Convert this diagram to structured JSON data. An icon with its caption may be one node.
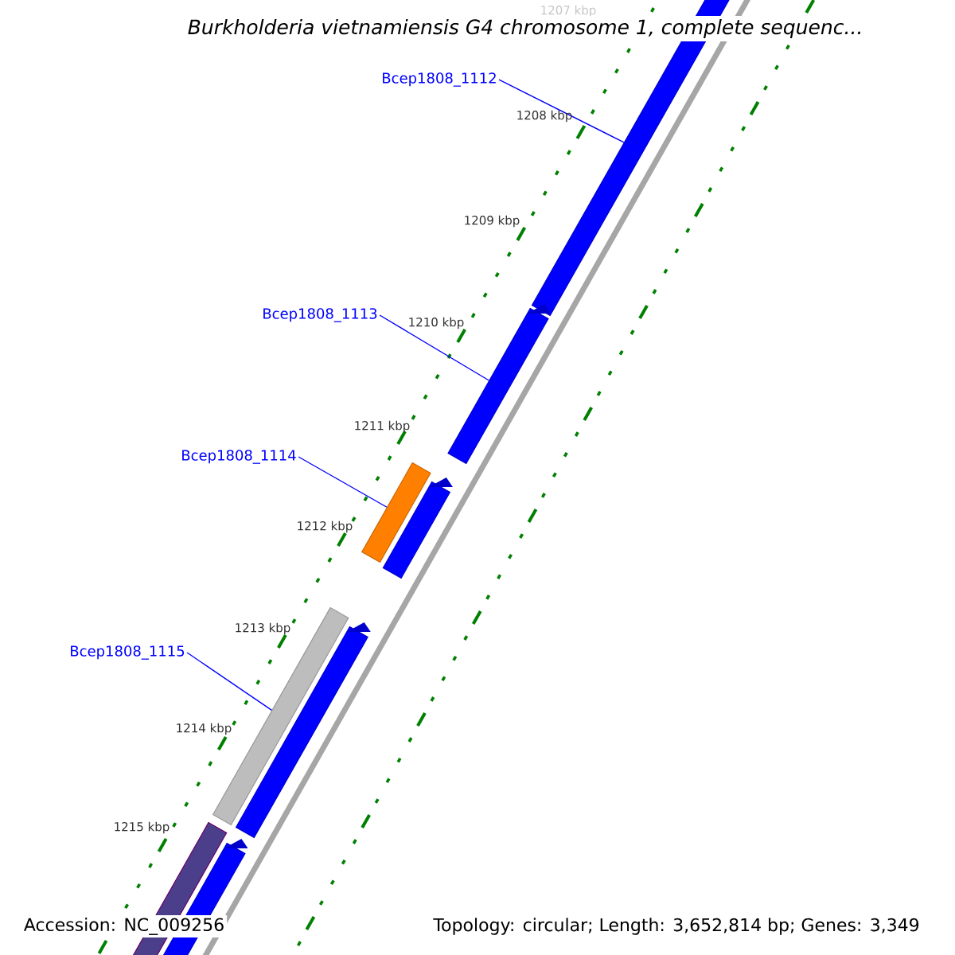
{
  "diagram": {
    "title": "Burkholderia vietnamiensis G4 chromosome 1, complete sequenc...",
    "nodes": [
      {
        "text": [
          "Bcep1808_1112"
        ]
      },
      {
        "text": [],
        "shape": "arrow"
      },
      {
        "text": [
          "Bcep1808_1113"
        ]
      },
      {
        "text": [],
        "shape": "arrow"
      },
      {
        "text": [
          "Bcep1808_1114"
        ]
      },
      {
        "text": [],
        "shape": "bar"
      },
      {
        "text": [
          "Bcep1808_1115"
        ]
      },
      {
        "text": [],
        "shape": "bar"
      }
    ],
    "edges": [
      {
        "from": 0,
        "to": 1,
        "arrow": "none"
      },
      {
        "from": 2,
        "to": 3,
        "arrow": "none"
      },
      {
        "from": 4,
        "to": 5,
        "arrow": "none"
      },
      {
        "from": 6,
        "to": 7,
        "arrow": "none"
      }
    ],
    "labels": [
      "1207 kbp",
      "1208 kbp",
      "1209 kbp",
      "1210 kbp",
      "1211 kbp",
      "1212 kbp",
      "1213 kbp",
      "1214 kbp",
      "1215 kbp",
      "Accession: NC_009256",
      "Topology: circular; Length: 3,652,814 bp; Genes: 3,349"
    ]
  }
}
